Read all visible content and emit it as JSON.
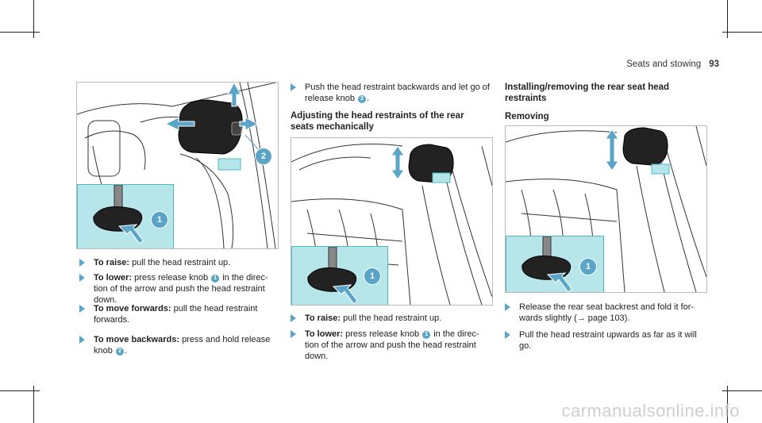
{
  "header": {
    "section": "Seats and stowing",
    "page": "93"
  },
  "colors": {
    "accent": "#5aa4c8",
    "inset": "#b6e6ea",
    "inset_border": "#4fb8c4"
  },
  "figures": {
    "left": {
      "callouts": [
        "1",
        "2"
      ]
    },
    "middle": {
      "callouts": [
        "1"
      ]
    },
    "right": {
      "callouts": [
        "1"
      ]
    }
  },
  "col1": {
    "steps": [
      {
        "label": "To raise:",
        "text": "pull the head restraint up."
      },
      {
        "label": "To lower:",
        "pre": "press release knob",
        "knob": "1",
        "post": "in the direc-tion of the arrow and push the head restraint down."
      },
      {
        "label": "To move forwards:",
        "text": "pull the head restraint forwards."
      },
      {
        "label": "To move backwards:",
        "pre": "press and hold release knob",
        "knob": "2",
        "post": "."
      }
    ]
  },
  "col2": {
    "step_top": {
      "pre": "Push the head restraint backwards and let go of release knob",
      "knob": "2",
      "post": "."
    },
    "heading": "Adjusting the head restraints of the rear seats mechanically",
    "steps": [
      {
        "label": "To raise:",
        "text": "pull the head restraint up."
      },
      {
        "label": "To lower:",
        "pre": "press release knob",
        "knob": "1",
        "post": "in the direc-tion of the arrow and push the head restraint down."
      }
    ]
  },
  "col3": {
    "heading": "Installing/removing the rear seat head restraints",
    "subheading": "Removing",
    "steps": [
      {
        "text": "Release the rear seat backrest and fold it for-wards slightly (→ page 103)."
      },
      {
        "text": "Pull the head restraint upwards as far as it will go."
      }
    ]
  },
  "watermark": "carmanualsonline.info"
}
